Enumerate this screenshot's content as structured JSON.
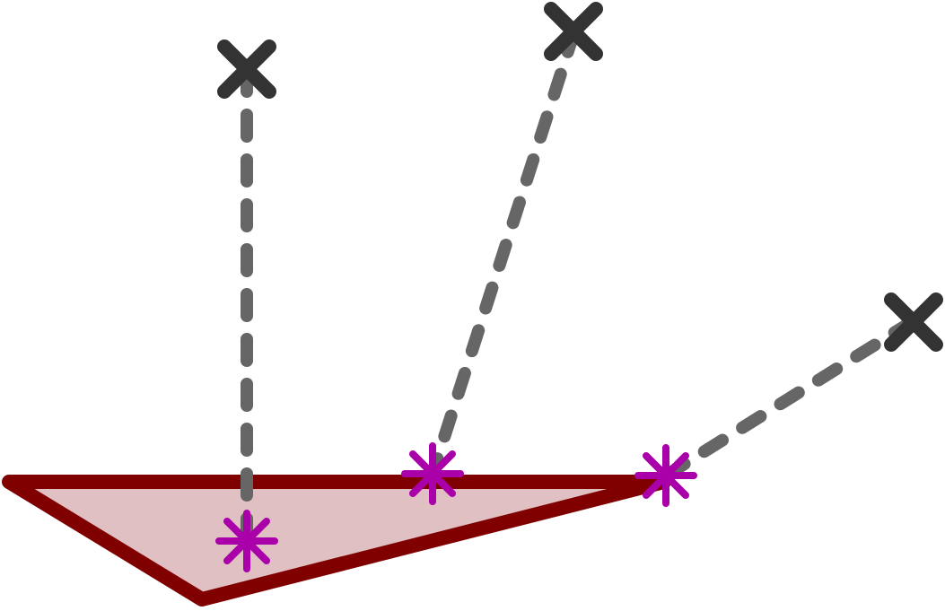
{
  "diagram": {
    "kind": "closest-point projection onto triangle",
    "colors": {
      "triangle_stroke": "#800000",
      "triangle_fill": "#e0c0c2",
      "query_marker": "#333333",
      "projection_marker": "#aa00aa",
      "connector": "#666666"
    },
    "shapes": [
      {
        "name": "triangle",
        "type": "polygon",
        "style": "filled, thick outline"
      }
    ],
    "markers": [
      {
        "name": "query-point-1",
        "symbol": "cross",
        "icon": "x-cross-icon"
      },
      {
        "name": "query-point-2",
        "symbol": "cross",
        "icon": "x-cross-icon"
      },
      {
        "name": "query-point-3",
        "symbol": "cross",
        "icon": "x-cross-icon"
      },
      {
        "name": "closest-point-1",
        "symbol": "asterisk",
        "icon": "asterisk-icon"
      },
      {
        "name": "closest-point-2",
        "symbol": "asterisk",
        "icon": "asterisk-icon"
      },
      {
        "name": "closest-point-3",
        "symbol": "asterisk",
        "icon": "asterisk-icon"
      }
    ],
    "connectors": [
      {
        "name": "projection-line-1",
        "style": "dashed"
      },
      {
        "name": "projection-line-2",
        "style": "dashed"
      },
      {
        "name": "projection-line-3",
        "style": "dashed"
      }
    ]
  }
}
